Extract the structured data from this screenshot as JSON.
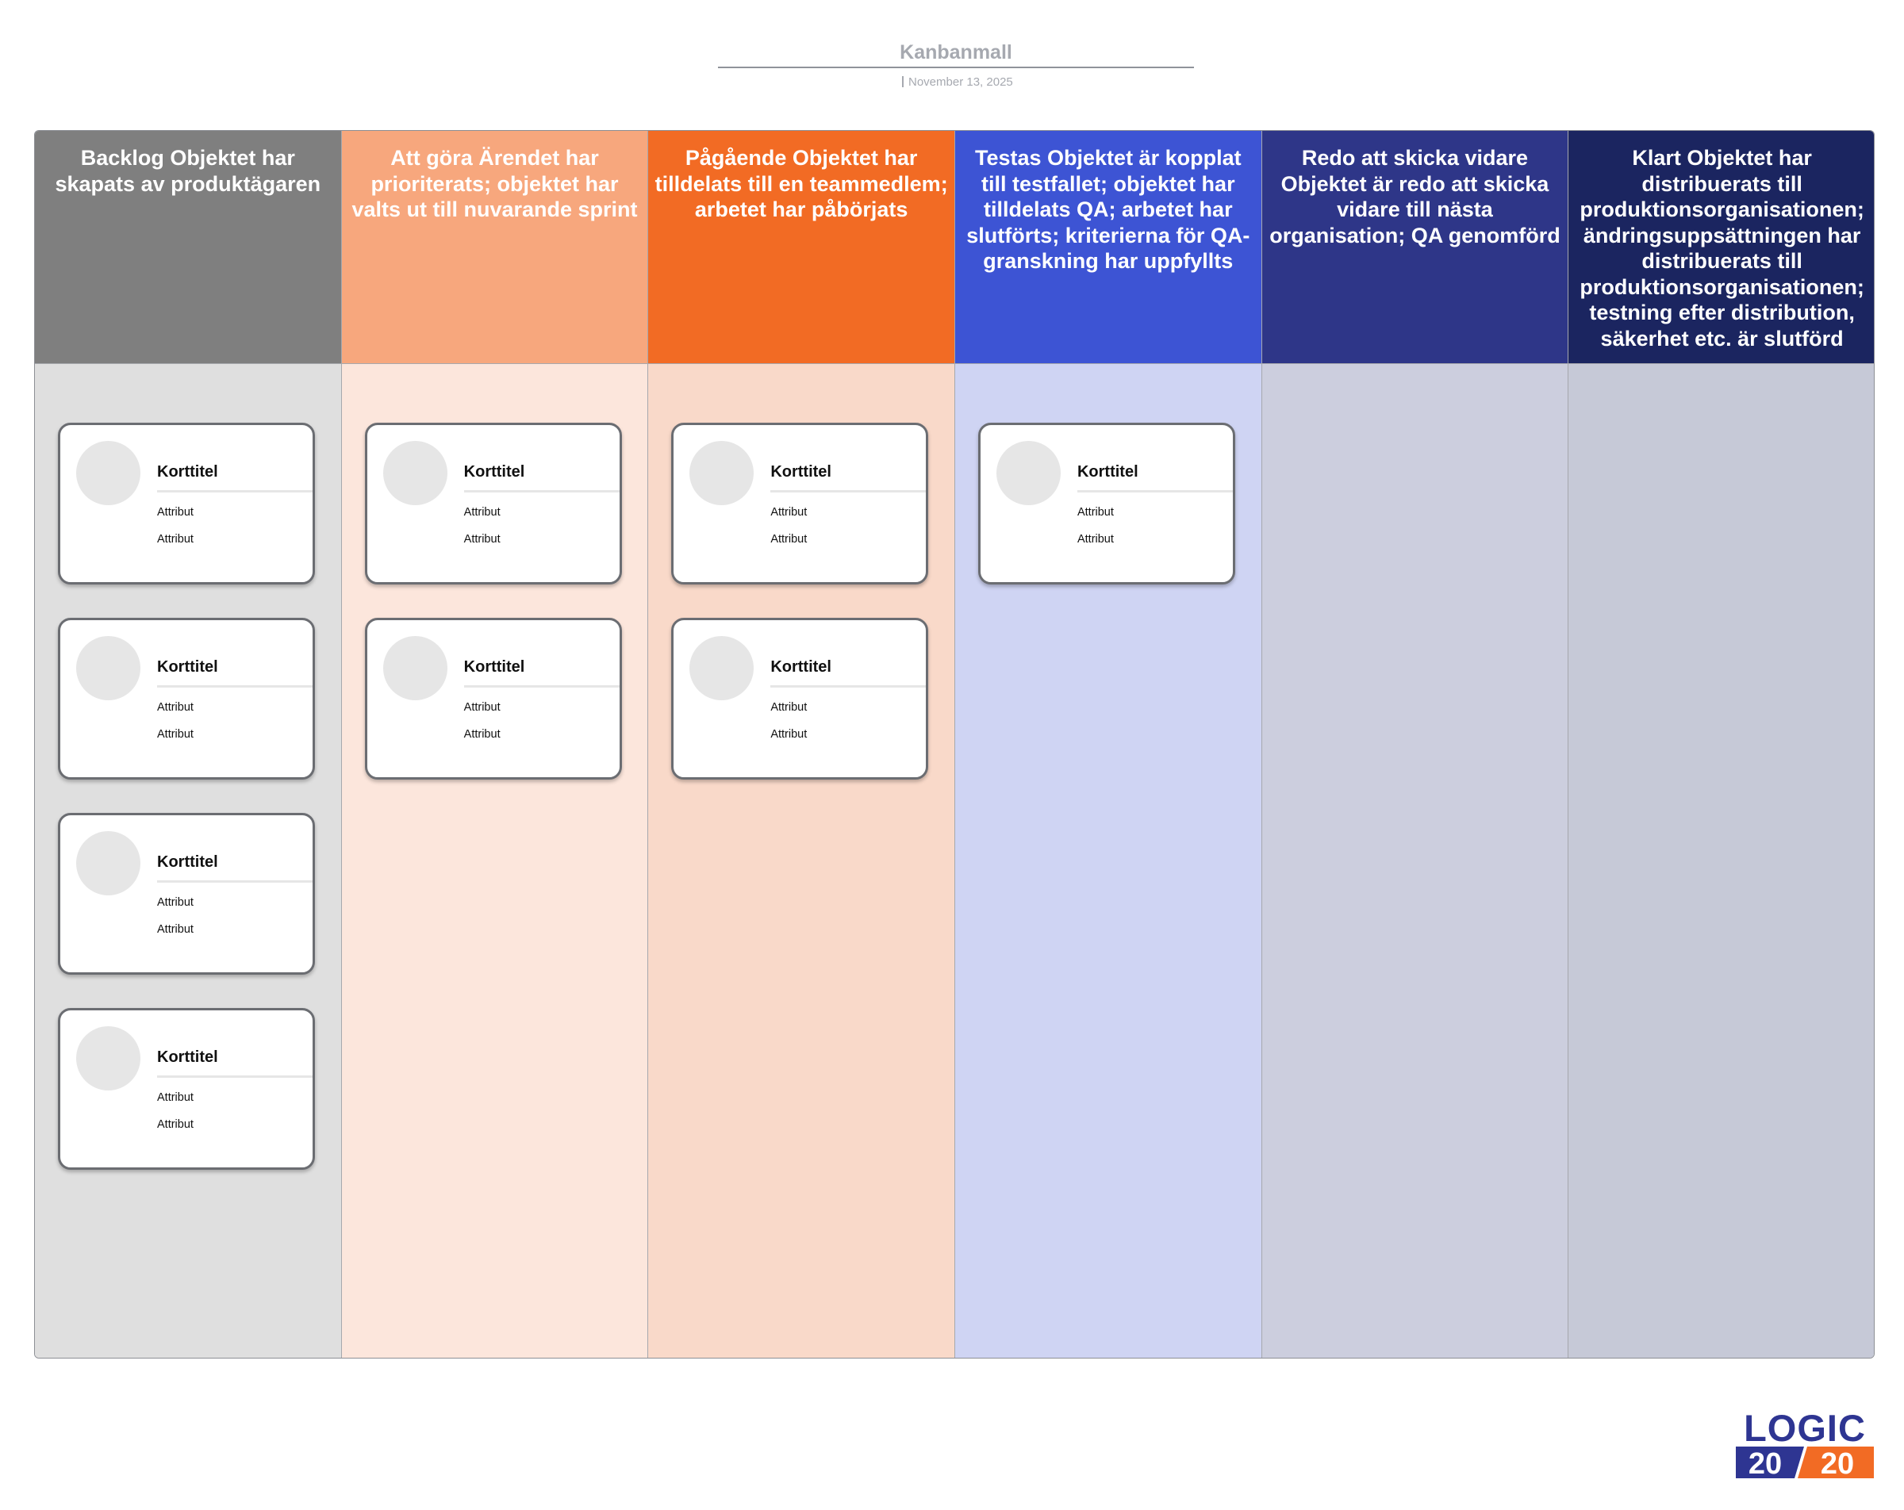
{
  "document": {
    "title": "Kanbanmall",
    "date": "November 13, 2025"
  },
  "colors": {
    "backlog_header": "#7f7f7f",
    "backlog_body": "#dfdfdf",
    "todo_header": "#f7a77d",
    "todo_body": "#fce6dc",
    "progress_header": "#f26b24",
    "progress_body": "#f9d9c9",
    "testing_header": "#3d54d4",
    "testing_body": "#cfd4f3",
    "ready_header": "#2e3688",
    "ready_body": "#cccede",
    "done_header": "#1b2560",
    "done_body": "#c6c9d7",
    "logo_blue": "#2e3592",
    "logo_orange": "#f26b24"
  },
  "columns": [
    {
      "header": "Backlog Objektet har skapats av produktägaren",
      "cards": [
        {
          "title": "Korttitel",
          "attr1": "Attribut",
          "attr2": "Attribut"
        },
        {
          "title": "Korttitel",
          "attr1": "Attribut",
          "attr2": "Attribut"
        },
        {
          "title": "Korttitel",
          "attr1": "Attribut",
          "attr2": "Attribut"
        },
        {
          "title": "Korttitel",
          "attr1": "Attribut",
          "attr2": "Attribut"
        }
      ]
    },
    {
      "header": "Att göra Ärendet har prioriterats; objektet har valts ut till nuvarande sprint",
      "cards": [
        {
          "title": "Korttitel",
          "attr1": "Attribut",
          "attr2": "Attribut"
        },
        {
          "title": "Korttitel",
          "attr1": "Attribut",
          "attr2": "Attribut"
        }
      ]
    },
    {
      "header": "Pågående Objektet har tilldelats till en teammedlem; arbetet har påbörjats",
      "cards": [
        {
          "title": "Korttitel",
          "attr1": "Attribut",
          "attr2": "Attribut"
        },
        {
          "title": "Korttitel",
          "attr1": "Attribut",
          "attr2": "Attribut"
        }
      ]
    },
    {
      "header": "Testas Objektet är kopplat till testfallet; objektet har tilldelats QA; arbetet har slutförts; kriterierna för QA-granskning har uppfyllts",
      "cards": [
        {
          "title": "Korttitel",
          "attr1": "Attribut",
          "attr2": "Attribut"
        }
      ]
    },
    {
      "header": "Redo att skicka vidare Objektet är redo att skicka vidare till nästa organisation; QA genomförd",
      "cards": []
    },
    {
      "header": "Klart Objektet har distribuerats till produktionsorganisationen; ändringsuppsättningen har distribuerats till produktionsorganisationen; testning efter distribution, säkerhet etc. är slutförd",
      "cards": []
    }
  ],
  "logo": {
    "word": "LOGIC",
    "left_number": "20",
    "right_number": "20"
  }
}
